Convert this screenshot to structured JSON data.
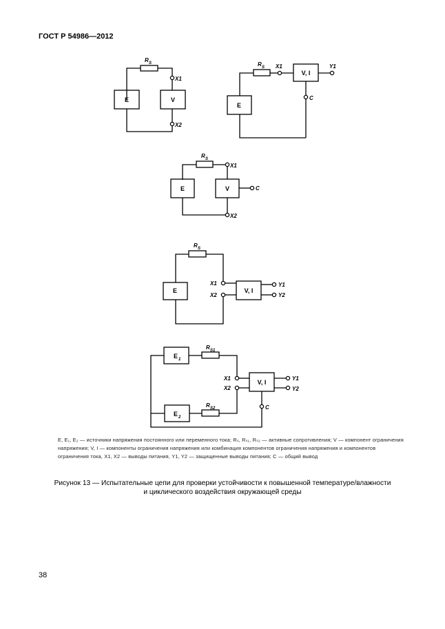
{
  "header": {
    "standard_id": "ГОСТ Р 54986—2012"
  },
  "circuit_1": {
    "resistor": "R",
    "resistor_sub": "S",
    "source": "E",
    "component": "V",
    "terminal_top": "X1",
    "terminal_bottom": "X2"
  },
  "circuit_2": {
    "resistor": "R",
    "resistor_sub": "S",
    "source": "E",
    "component": "V, I",
    "terminal_in": "X1",
    "terminal_out": "Y1",
    "terminal_common": "C"
  },
  "circuit_3": {
    "resistor": "R",
    "resistor_sub": "S",
    "source": "E",
    "component": "V",
    "terminal_top": "X1",
    "terminal_bottom": "X2",
    "terminal_common": "C"
  },
  "circuit_4": {
    "resistor": "R",
    "resistor_sub": "S",
    "source": "E",
    "component": "V, I",
    "terminal_in_1": "X1",
    "terminal_in_2": "X2",
    "terminal_out_1": "Y1",
    "terminal_out_2": "Y2"
  },
  "circuit_5": {
    "source_1": "E",
    "source_1_sub": "1",
    "source_2": "E",
    "source_2_sub": "2",
    "resistor_1": "R",
    "resistor_1_sub": "S1",
    "resistor_2": "R",
    "resistor_2_sub": "S2",
    "component": "V, I",
    "terminal_in_1": "X1",
    "terminal_in_2": "X2",
    "terminal_out_1": "Y1",
    "terminal_out_2": "Y2",
    "terminal_common": "C"
  },
  "legend": "E, E₁, E₂ — источники напряжения постоянного или переменного тока; Rₛ, Rₛ₁, Rₛ₂ — активные сопротивления; V — компонент ограничения напряжения; V, I — компоненты ограничения напряжения или комбинация компонентов ограничения напряжения и компонентов ограничения тока, X1, X2 — выводы питания, Y1, Y2 — защищенные выводы питания; C — общий вывод",
  "caption": {
    "line1": "Рисунок 13 — Испытательные цепи для проверки устойчивости к повышенной температуре/влажности",
    "line2": "и циклического воздействия окружающей среды"
  },
  "page_number": "38"
}
